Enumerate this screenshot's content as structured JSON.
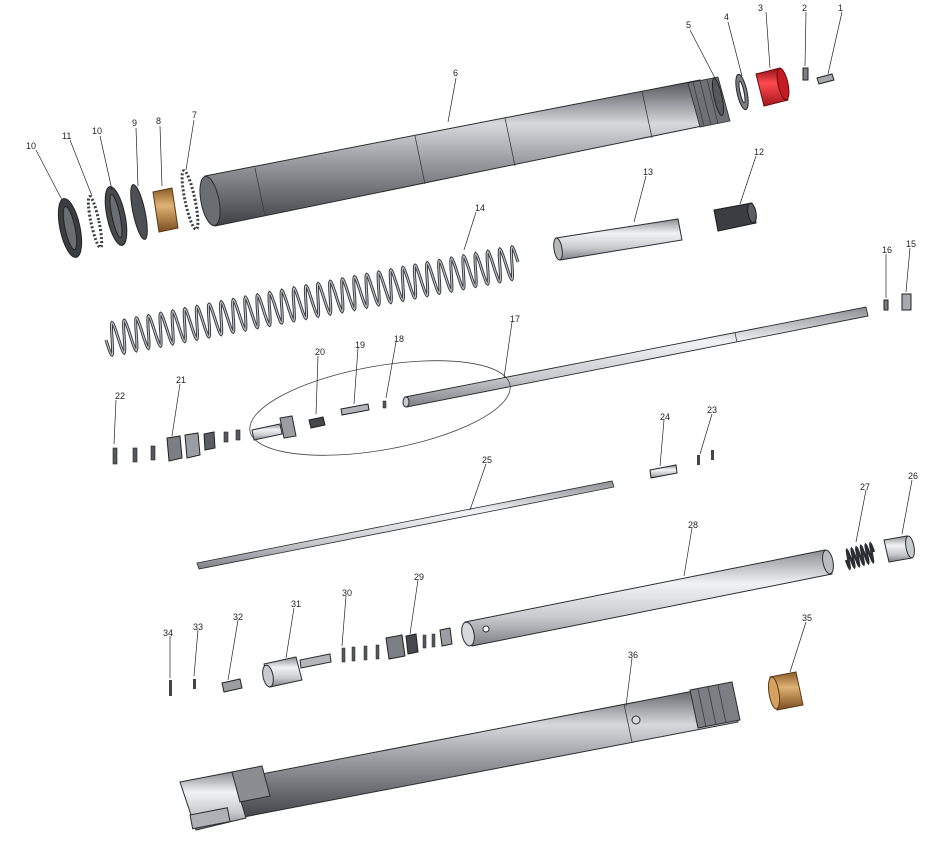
{
  "diagram": {
    "type": "exploded-parts-view",
    "colors": {
      "steel_dark": "#5e6166",
      "steel_mid": "#9a9ea3",
      "steel_light": "#d6d9dc",
      "red_cap": "#e0242a",
      "bronze_bushing": "#c58f4a",
      "outline": "#2a2d31"
    },
    "callouts": [
      "1",
      "2",
      "3",
      "4",
      "5",
      "6",
      "7",
      "8",
      "9",
      "10",
      "10",
      "11",
      "12",
      "13",
      "14",
      "15",
      "16",
      "17",
      "18",
      "19",
      "20",
      "21",
      "22",
      "23",
      "24",
      "25",
      "26",
      "27",
      "28",
      "29",
      "30",
      "31",
      "32",
      "33",
      "34",
      "35",
      "36"
    ]
  }
}
